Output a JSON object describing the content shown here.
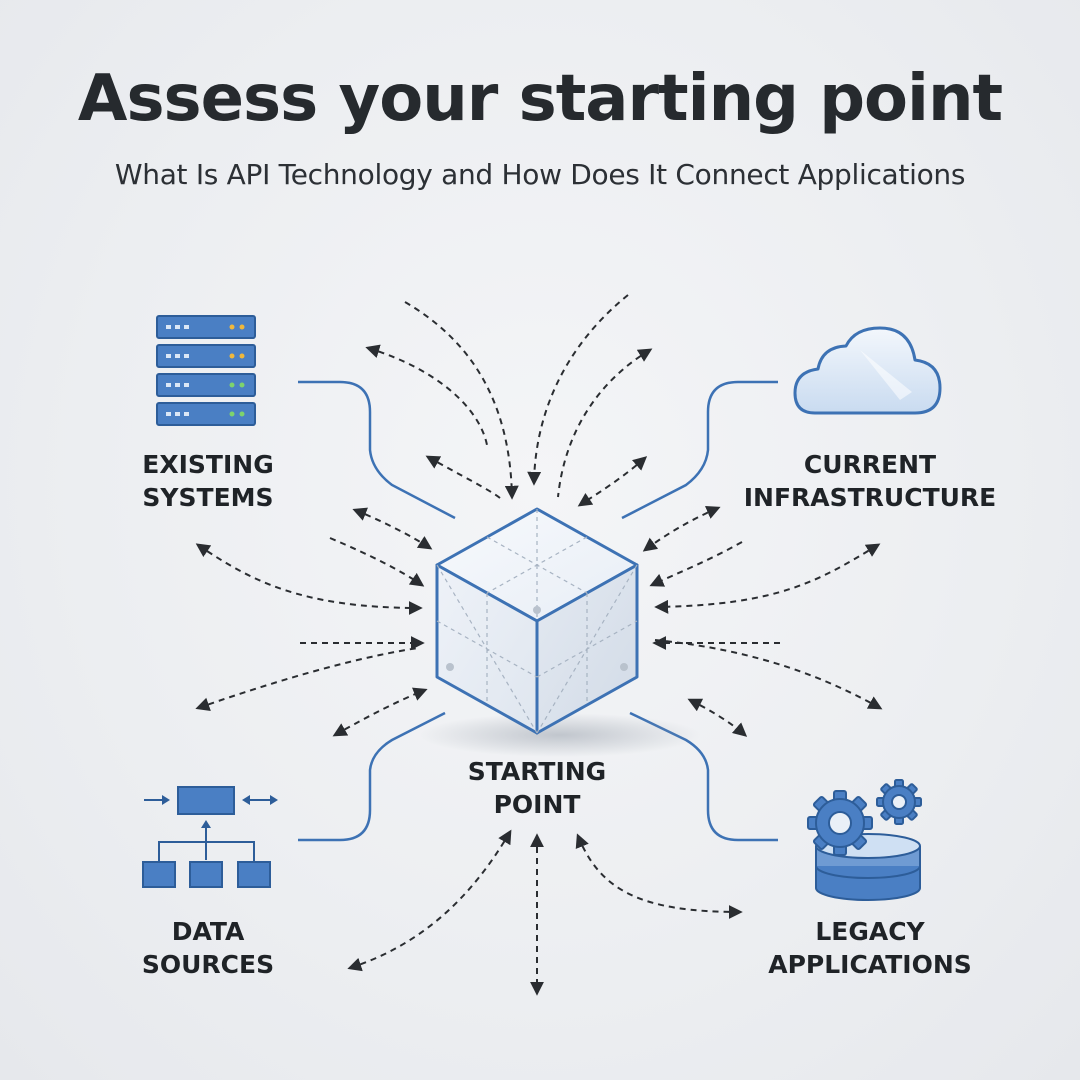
{
  "header": {
    "title": "Assess your starting point",
    "subtitle": "What Is API Technology and How Does It Connect Applications"
  },
  "nodes": {
    "existing_systems": {
      "line1": "EXISTING",
      "line2": "SYSTEMS",
      "icon": "server-rack-icon"
    },
    "current_infrastructure": {
      "line1": "CURRENT",
      "line2": "INFRASTRUCTURE",
      "icon": "cloud-icon"
    },
    "starting_point": {
      "line1": "STARTING",
      "line2": "POINT",
      "icon": "cube-icon"
    },
    "data_sources": {
      "line1": "DATA",
      "line2": "SOURCES",
      "icon": "hierarchy-icon"
    },
    "legacy_applications": {
      "line1": "LEGACY",
      "line2": "APPLICATIONS",
      "icon": "gears-database-icon"
    }
  },
  "colors": {
    "accent_blue": "#3d72b4",
    "icon_fill": "#4a7fc4",
    "text_dark": "#1f2327",
    "arrow": "#2a2d31"
  }
}
